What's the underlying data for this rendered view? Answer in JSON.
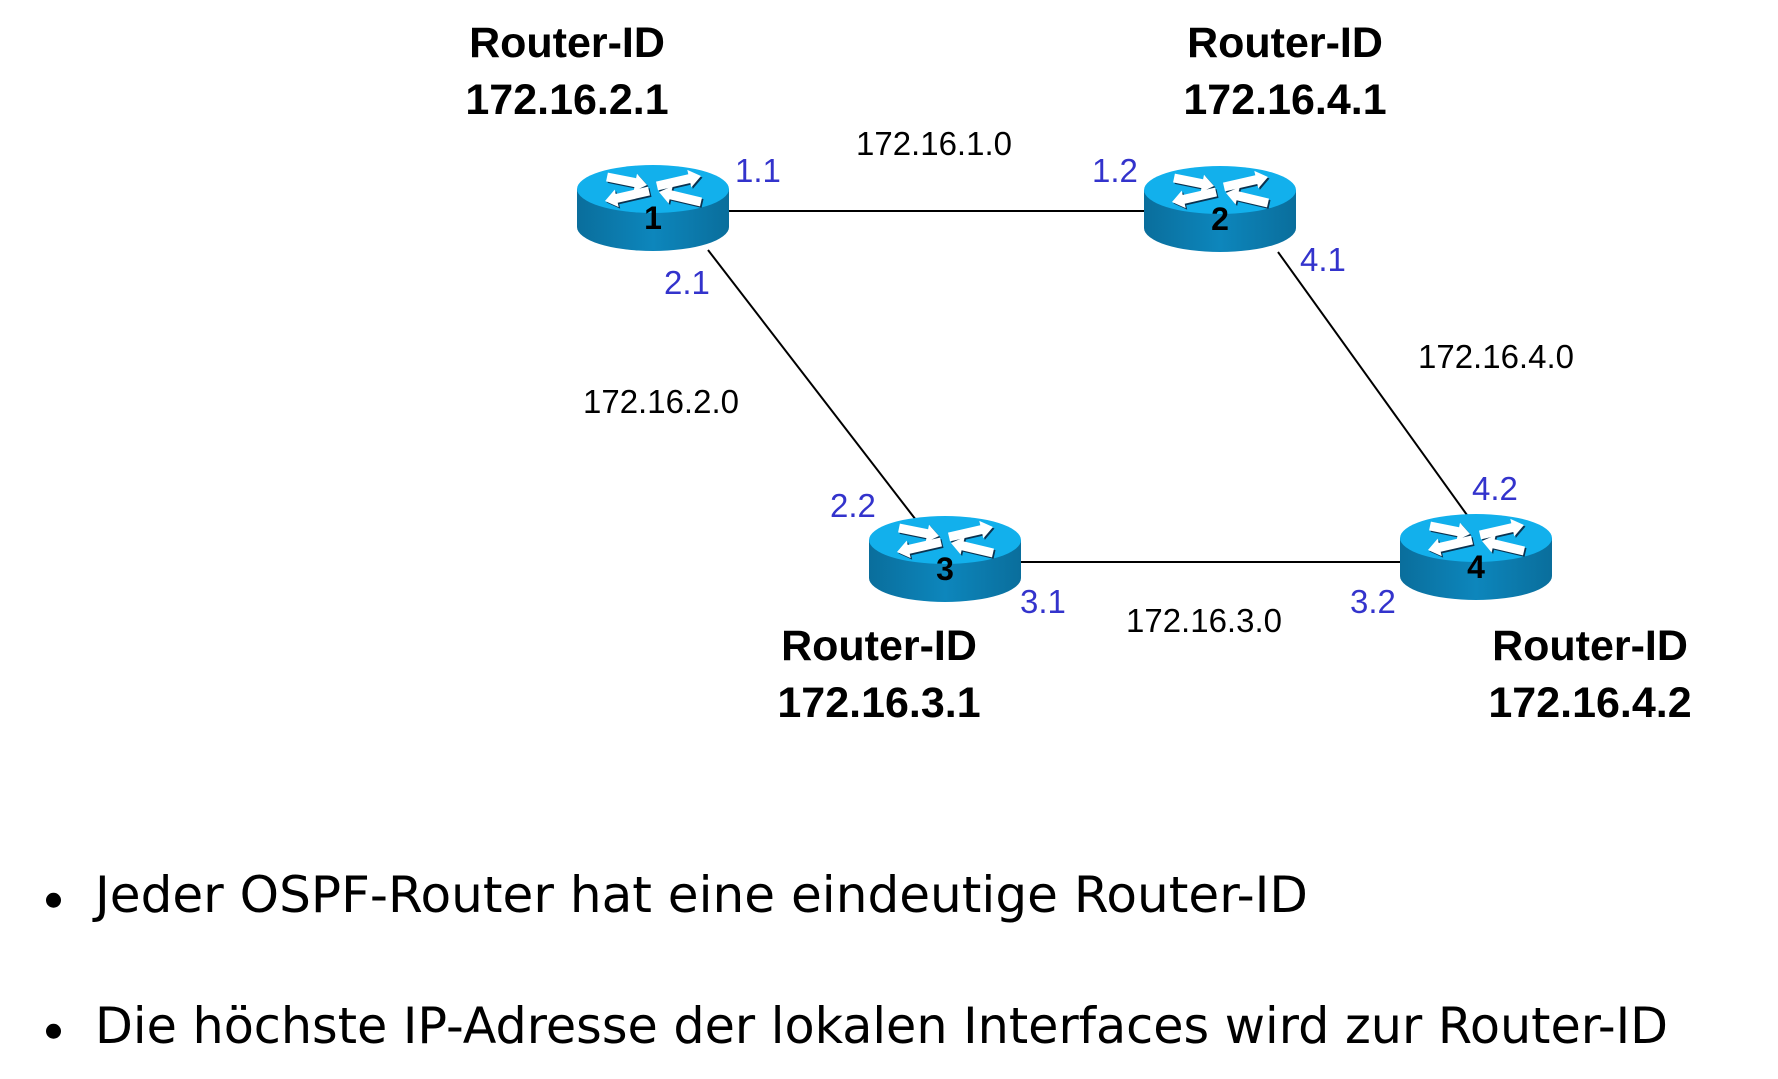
{
  "routers": [
    {
      "id": "1",
      "label": "Router-ID",
      "router_id": "172.16.2.1"
    },
    {
      "id": "2",
      "label": "Router-ID",
      "router_id": "172.16.4.1"
    },
    {
      "id": "3",
      "label": "Router-ID",
      "router_id": "172.16.3.1"
    },
    {
      "id": "4",
      "label": "Router-ID",
      "router_id": "172.16.4.2"
    }
  ],
  "links": [
    {
      "from": "1",
      "to": "2",
      "network": "172.16.1.0",
      "from_if": "1.1",
      "to_if": "1.2"
    },
    {
      "from": "1",
      "to": "3",
      "network": "172.16.2.0",
      "from_if": "2.1",
      "to_if": "2.2"
    },
    {
      "from": "2",
      "to": "4",
      "network": "172.16.4.0",
      "from_if": "4.1",
      "to_if": "4.2"
    },
    {
      "from": "3",
      "to": "4",
      "network": "172.16.3.0",
      "from_if": "3.1",
      "to_if": "3.2"
    }
  ],
  "colors": {
    "router_top": "#12b0ec",
    "router_side": "#0a7fb4",
    "interface_label": "#3333cc",
    "network_label": "#000000",
    "link": "#000000"
  },
  "bullets": [
    "Jeder OSPF-Router hat eine eindeutige Router-ID",
    "Die höchste IP-Adresse der lokalen Interfaces wird zur Router-ID"
  ]
}
